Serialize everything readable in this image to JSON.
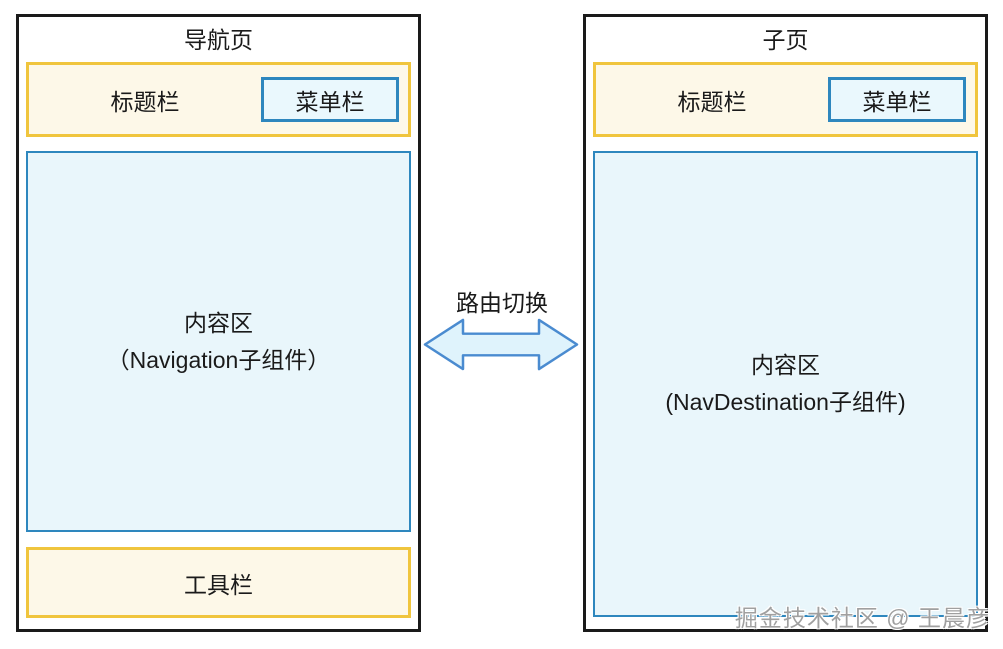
{
  "diagram": {
    "left_panel": {
      "title": "导航页",
      "title_bar": {
        "label": "标题栏",
        "menu_bar_label": "菜单栏"
      },
      "content_area": {
        "line1": "内容区",
        "line2": "（Navigation子组件）"
      },
      "toolbar_label": "工具栏"
    },
    "connector": {
      "label": "路由切换"
    },
    "right_panel": {
      "title": "子页",
      "title_bar": {
        "label": "标题栏",
        "menu_bar_label": "菜单栏"
      },
      "content_area": {
        "line1": "内容区",
        "line2": "(NavDestination子组件)"
      }
    },
    "watermark": "掘金技术社区 @ 王晨彦"
  },
  "colors": {
    "panel_border": "#1a1a1a",
    "yellow_border": "#f0c53d",
    "yellow_fill": "#fdf8e8",
    "blue_border": "#2e87be",
    "content_fill": "#e9f6fb",
    "menu_fill": "#eaf8fd",
    "arrow_stroke": "#4a8bd0",
    "arrow_fill": "#dff3fc",
    "text": "#1a1a1a",
    "watermark_text": "#a0a0a0"
  }
}
